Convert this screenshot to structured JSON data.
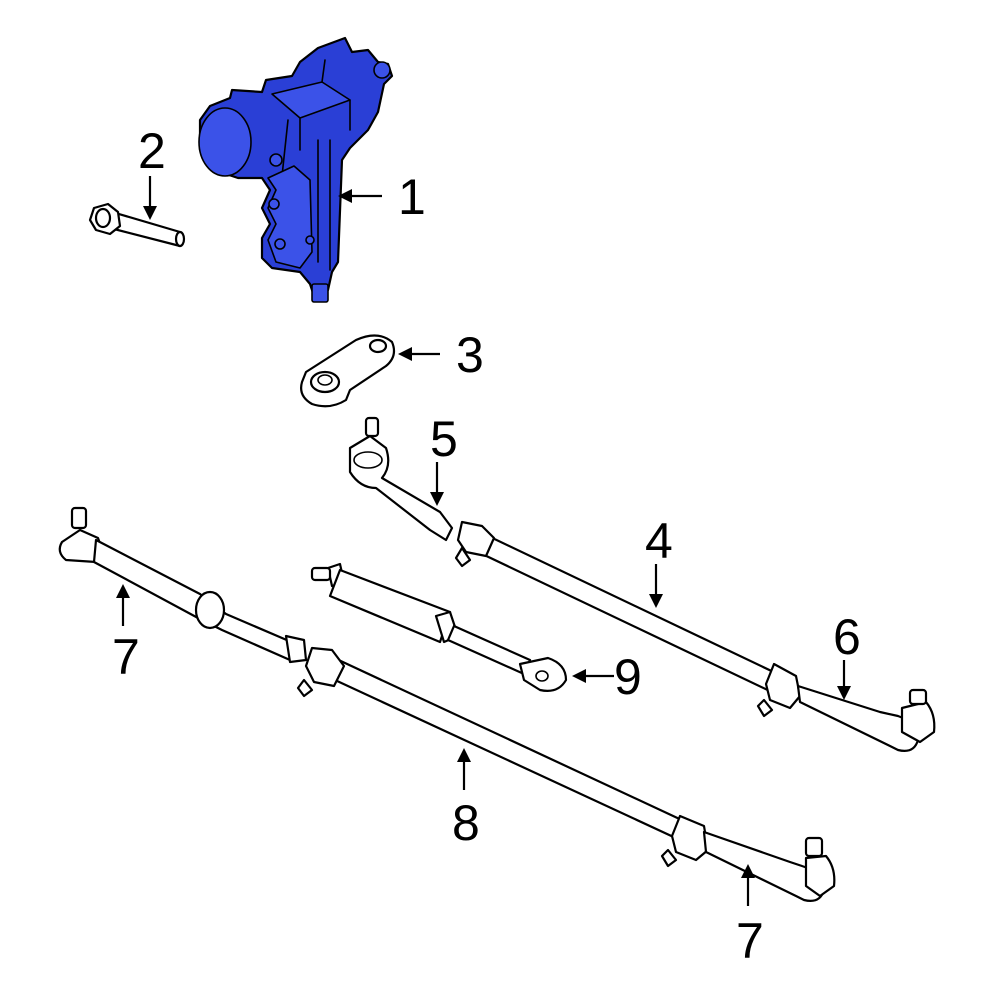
{
  "colors": {
    "highlight": "#2a3fd6",
    "outline": "#000000",
    "background": "#ffffff"
  },
  "callouts": {
    "c1": "1",
    "c2": "2",
    "c3": "3",
    "c4": "4",
    "c5": "5",
    "c6": "6",
    "c7a": "7",
    "c7b": "7",
    "c8": "8",
    "c9": "9"
  }
}
